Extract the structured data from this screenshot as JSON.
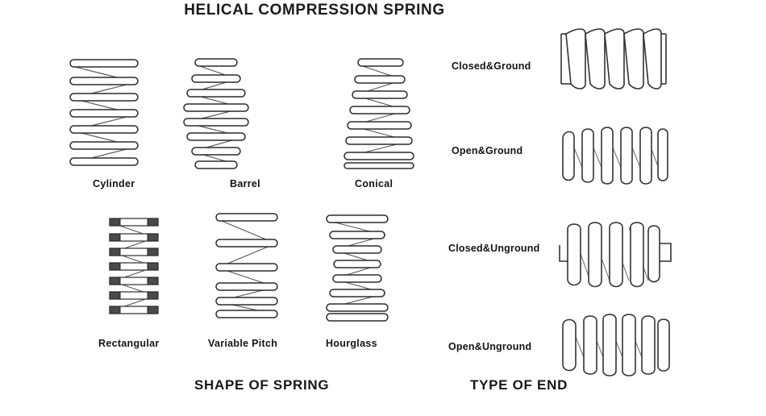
{
  "title": "HELICAL COMPRESSION SPRING",
  "sections": {
    "shape": {
      "heading": "SHAPE OF SPRING",
      "items": [
        {
          "label": "Cylinder",
          "icon": "cylinder-spring-icon"
        },
        {
          "label": "Barrel",
          "icon": "barrel-spring-icon"
        },
        {
          "label": "Conical",
          "icon": "conical-spring-icon"
        },
        {
          "label": "Rectangular",
          "icon": "rectangular-wire-spring-icon"
        },
        {
          "label": "Variable Pitch",
          "icon": "variable-pitch-spring-icon"
        },
        {
          "label": "Hourglass",
          "icon": "hourglass-spring-icon"
        }
      ]
    },
    "end": {
      "heading": "TYPE OF END",
      "items": [
        {
          "label": "Closed&Ground",
          "icon": "closed-ground-spring-icon"
        },
        {
          "label": "Open&Ground",
          "icon": "open-ground-spring-icon"
        },
        {
          "label": "Closed&Unground",
          "icon": "closed-unground-spring-icon"
        },
        {
          "label": "Open&Unground",
          "icon": "open-unground-spring-icon"
        }
      ]
    }
  },
  "colors": {
    "background": "#ffffff",
    "text": "#141414",
    "line": "#2b2b2b",
    "line_light": "#777777",
    "rect_block": "#4a4a4a"
  }
}
